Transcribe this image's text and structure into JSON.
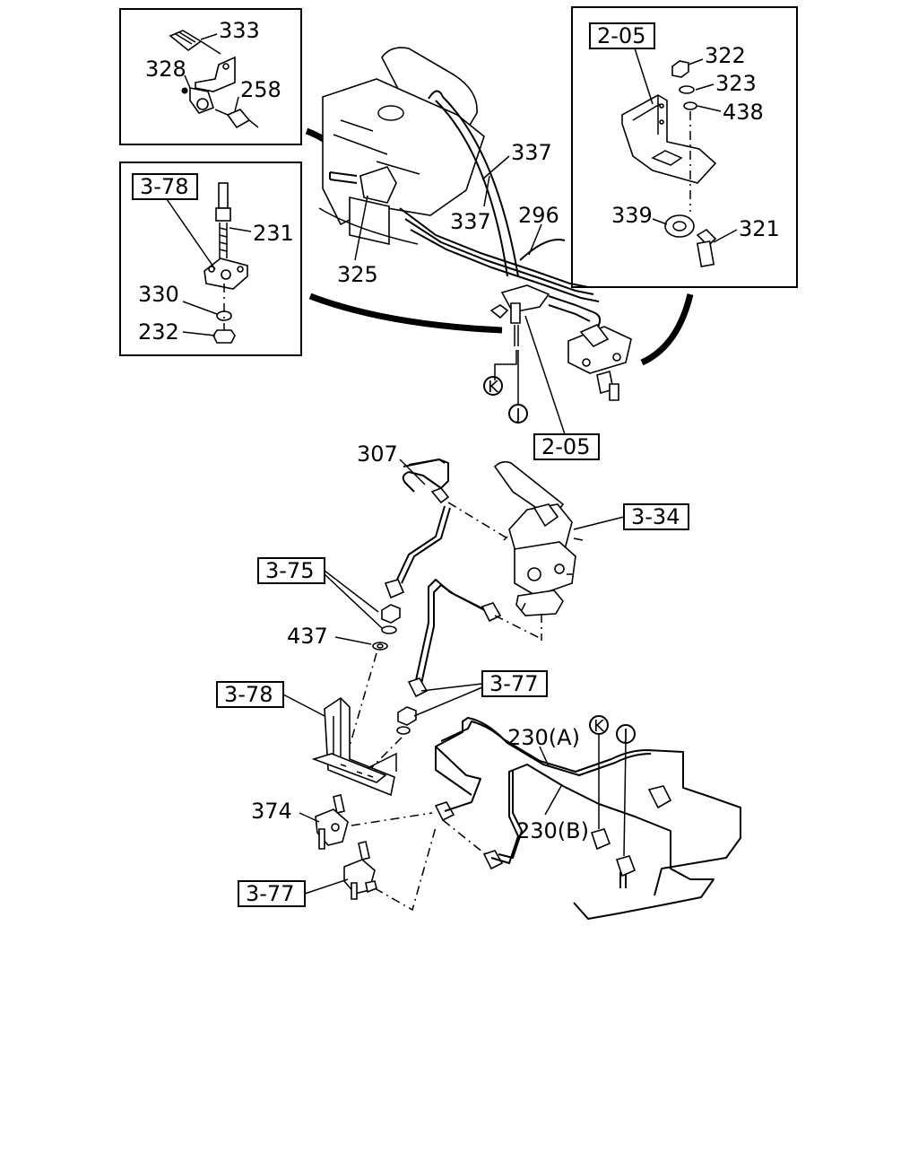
{
  "diagram": {
    "callouts": {
      "p333": "333",
      "p328": "328",
      "p258": "258",
      "p231": "231",
      "p330": "330",
      "p232": "232",
      "p337a": "337",
      "p337b": "337",
      "p296": "296",
      "p325": "325",
      "p322": "322",
      "p323": "323",
      "p438": "438",
      "p339": "339",
      "p321": "321",
      "p307": "307",
      "p437": "437",
      "p374": "374",
      "p230a": "230(A)",
      "p230b": "230(B)"
    },
    "refs": {
      "r_205_top": "2-05",
      "r_205_mid": "2-05",
      "r_378_inset": "3-78",
      "r_378_main": "3-78",
      "r_334": "3-34",
      "r_375": "3-75",
      "r_377_a": "3-77",
      "r_377_b": "3-77"
    },
    "markers": {
      "k_top": "K",
      "j_top": "J",
      "k_bottom": "K",
      "j_bottom": "J"
    }
  }
}
